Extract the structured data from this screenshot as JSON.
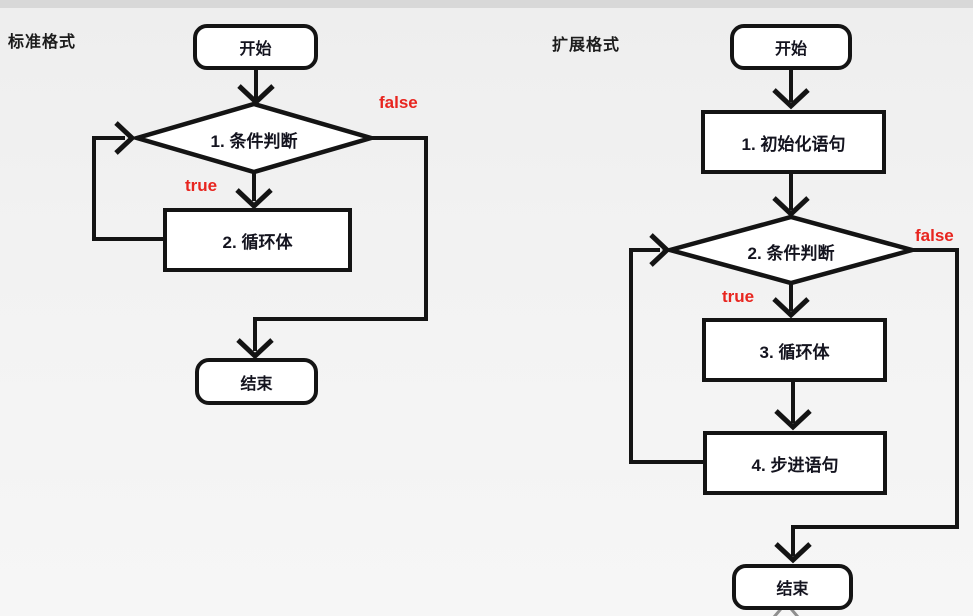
{
  "colors": {
    "background": "#f2f2f2",
    "top_strip": "#d8d8d8",
    "line": "#141414",
    "box_fill": "#ffffff",
    "box_text": "#14141f",
    "branch_label_red": "#e8251f"
  },
  "left_chart": {
    "title": "标准格式",
    "nodes": {
      "start": "开始",
      "condition": "1. 条件判断",
      "loop_body": "2. 循环体",
      "end": "结束"
    },
    "branch_labels": {
      "true": "true",
      "false": "false"
    }
  },
  "right_chart": {
    "title": "扩展格式",
    "nodes": {
      "start": "开始",
      "init": "1. 初始化语句",
      "condition": "2. 条件判断",
      "loop_body": "3. 循环体",
      "step": "4. 步进语句",
      "end": "结束"
    },
    "branch_labels": {
      "true": "true",
      "false": "false"
    }
  }
}
